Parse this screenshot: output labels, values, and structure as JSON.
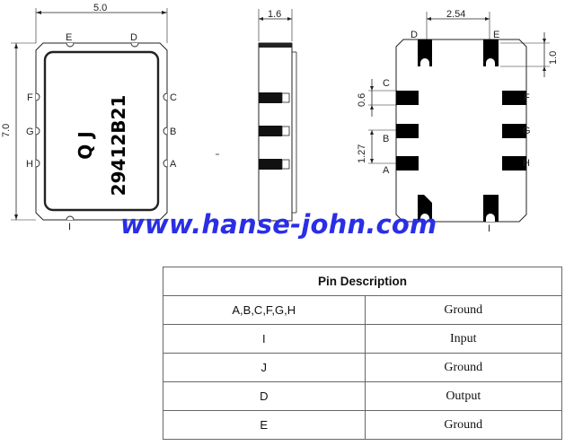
{
  "top_view": {
    "width_dim": "5.0",
    "height_dim": "7.0",
    "marking_line1": "Q J",
    "marking_line2": "29412B21",
    "pin_labels": {
      "top_left": "E",
      "top_right": "D",
      "left_1": "F",
      "left_2": "G",
      "left_3": "H",
      "right_1": "C",
      "right_2": "B",
      "right_3": "A",
      "bottom": "I"
    }
  },
  "side_view": {
    "thickness_dim": "1.6"
  },
  "bottom_view": {
    "pitch_top_dim": "2.54",
    "pad_height_dim": "1.0",
    "pad_width_dim": "0.6",
    "pitch_side_dim": "1.27",
    "pin_labels": {
      "top_left": "D",
      "top_right": "E",
      "left_1": "C",
      "left_2": "B",
      "left_3": "A",
      "right_1": "F",
      "right_2": "G",
      "right_3": "H",
      "bottom_right": "I"
    }
  },
  "watermark": "www.hanse-john.com",
  "pin_table": {
    "title": "Pin Description",
    "rows": [
      {
        "pin": "A,B,C,F,G,H",
        "function": "Ground"
      },
      {
        "pin": "I",
        "function": "Input"
      },
      {
        "pin": "J",
        "function": "Ground"
      },
      {
        "pin": "D",
        "function": "Output"
      },
      {
        "pin": "E",
        "function": "Ground"
      }
    ]
  }
}
